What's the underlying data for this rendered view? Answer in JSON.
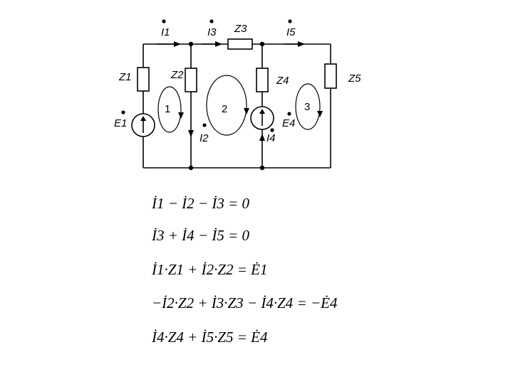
{
  "circuit": {
    "currents": [
      "I1",
      "I2",
      "I3",
      "I4",
      "I5"
    ],
    "impedances": [
      "Z1",
      "Z2",
      "Z3",
      "Z4",
      "Z5"
    ],
    "sources": [
      "E1",
      "E4"
    ],
    "loops": [
      "1",
      "2",
      "3"
    ]
  },
  "equations": [
    "İ1 − İ2 − İ3 = 0",
    "İ3 + İ4 − İ5 = 0",
    "İ1·Z1 + İ2·Z2 = Ė1",
    "−İ2·Z2 + İ3·Z3 − İ4·Z4 = −Ė4",
    "İ4·Z4 + İ5·Z5 = Ė4"
  ]
}
